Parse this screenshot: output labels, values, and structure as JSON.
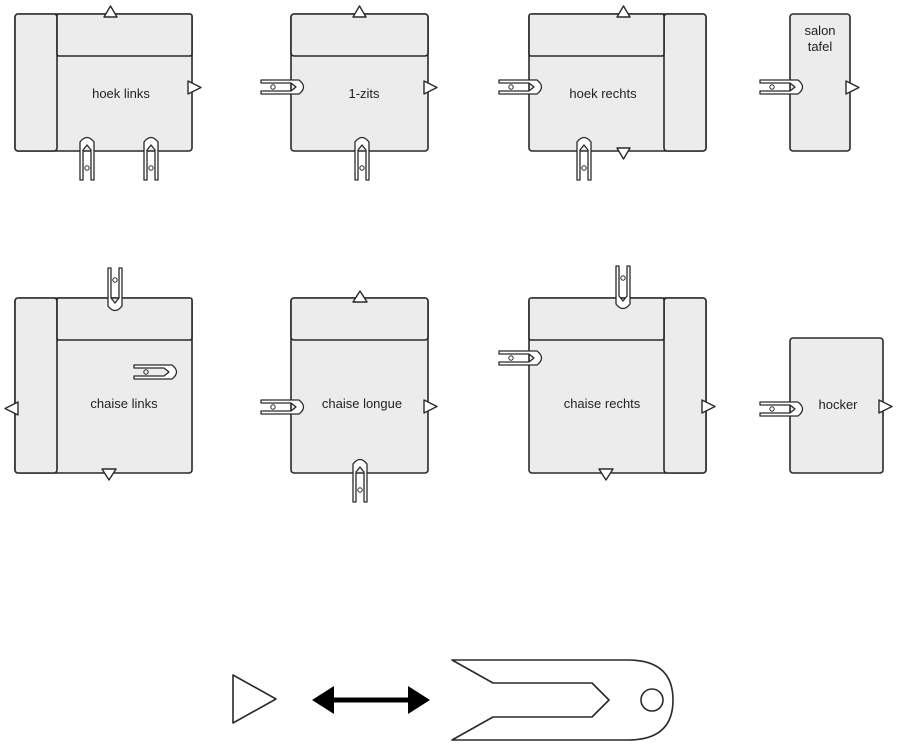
{
  "modules": [
    {
      "id": "hoek-links",
      "label": "hoek links"
    },
    {
      "id": "1-zits",
      "label": "1-zits"
    },
    {
      "id": "hoek-rechts",
      "label": "hoek rechts"
    },
    {
      "id": "salon-tafel",
      "label_line1": "salon",
      "label_line2": "tafel"
    },
    {
      "id": "chaise-links",
      "label": "chaise links"
    },
    {
      "id": "chaise-longue",
      "label": "chaise longue"
    },
    {
      "id": "chaise-rechts",
      "label": "chaise rechts"
    },
    {
      "id": "hocker",
      "label": "hocker"
    }
  ],
  "legend": {
    "items": [
      {
        "icon": "triangle-connector-icon"
      },
      {
        "icon": "double-arrow-icon"
      },
      {
        "icon": "clip-connector-icon"
      }
    ]
  },
  "colors": {
    "module_fill": "#ececec",
    "stroke": "#2a2a2a"
  }
}
